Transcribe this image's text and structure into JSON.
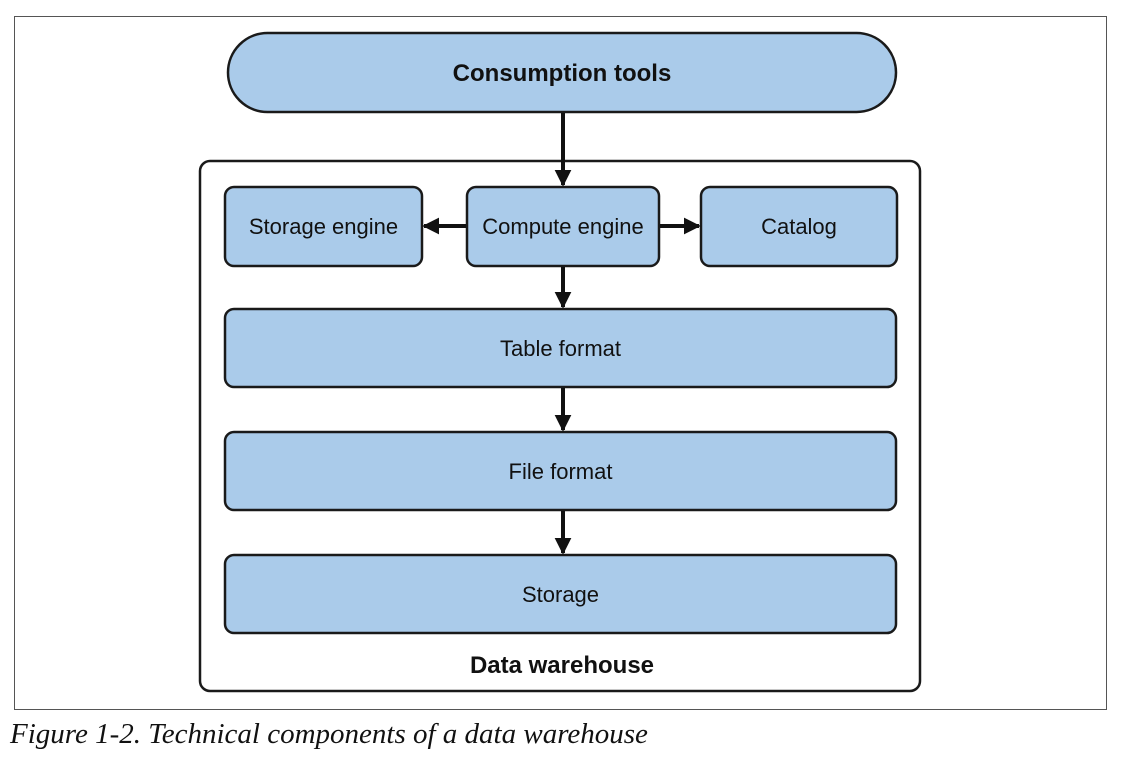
{
  "diagram": {
    "nodes": {
      "consumption_tools": "Consumption tools",
      "storage_engine": "Storage engine",
      "compute_engine": "Compute engine",
      "catalog": "Catalog",
      "table_format": "Table format",
      "file_format": "File format",
      "storage": "Storage"
    },
    "container_label": "Data warehouse",
    "edges": [
      {
        "from": "consumption_tools",
        "to": "compute_engine"
      },
      {
        "from": "compute_engine",
        "to": "storage_engine"
      },
      {
        "from": "compute_engine",
        "to": "catalog"
      },
      {
        "from": "compute_engine",
        "to": "table_format"
      },
      {
        "from": "table_format",
        "to": "file_format"
      },
      {
        "from": "file_format",
        "to": "storage"
      }
    ],
    "colors": {
      "node_fill": "#aacbea",
      "node_stroke": "#1a1a1a",
      "container_stroke": "#1a1a1a",
      "arrow": "#111111"
    }
  },
  "caption": "Figure 1-2. Technical components of a data warehouse"
}
